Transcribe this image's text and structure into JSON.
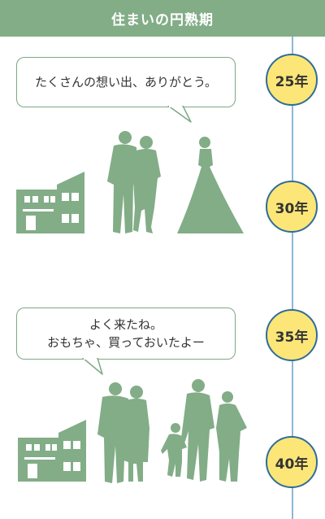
{
  "header": {
    "title": "住まいの円熟期"
  },
  "timeline": {
    "years": [
      "25年",
      "30年",
      "35年",
      "40年"
    ]
  },
  "scenes": [
    {
      "speech": [
        "たくさんの想い出、ありがとう。"
      ]
    },
    {
      "speech": [
        "よく来たね。",
        "おもちゃ、買っておいたよー"
      ]
    }
  ],
  "colors": {
    "header_bg": "#82ad87",
    "silhouette": "#82ad87",
    "badge_fill": "#fce678",
    "badge_border": "#2f6d97",
    "timeline": "#8fb7d6"
  }
}
